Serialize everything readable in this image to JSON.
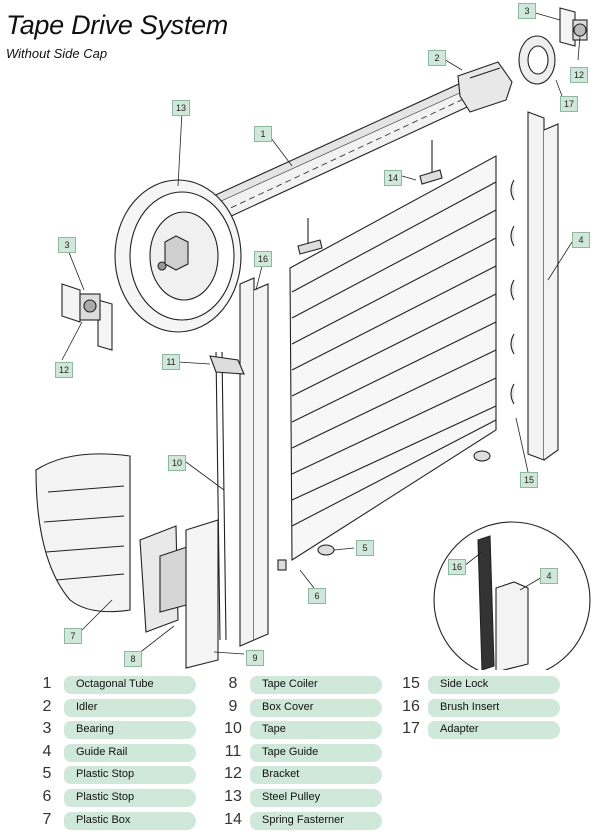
{
  "header": {
    "title": "Tape Drive System",
    "subtitle": "Without Side Cap"
  },
  "callouts": {
    "c1": "1",
    "c2": "2",
    "c3a": "3",
    "c3b": "3",
    "c4a": "4",
    "c4b": "4",
    "c5": "5",
    "c6": "6",
    "c7": "7",
    "c8": "8",
    "c9": "9",
    "c10": "10",
    "c11": "11",
    "c12a": "12",
    "c12b": "12",
    "c13": "13",
    "c14": "14",
    "c15": "15",
    "c16a": "16",
    "c16b": "16",
    "c17": "17"
  },
  "legend": [
    {
      "num": "1",
      "label": "Octagonal Tube"
    },
    {
      "num": "2",
      "label": "Idler"
    },
    {
      "num": "3",
      "label": "Bearing"
    },
    {
      "num": "4",
      "label": "Guide Rail"
    },
    {
      "num": "5",
      "label": "Plastic Stop"
    },
    {
      "num": "6",
      "label": "Plastic Stop"
    },
    {
      "num": "7",
      "label": "Plastic Box"
    },
    {
      "num": "8",
      "label": "Tape Coiler"
    },
    {
      "num": "9",
      "label": "Box Cover"
    },
    {
      "num": "10",
      "label": "Tape"
    },
    {
      "num": "11",
      "label": "Tape Guide"
    },
    {
      "num": "12",
      "label": "Bracket"
    },
    {
      "num": "13",
      "label": "Steel Pulley"
    },
    {
      "num": "14",
      "label": "Spring Fasterner"
    },
    {
      "num": "15",
      "label": "Side Lock"
    },
    {
      "num": "16",
      "label": "Brush Insert"
    },
    {
      "num": "17",
      "label": "Adapter"
    }
  ]
}
